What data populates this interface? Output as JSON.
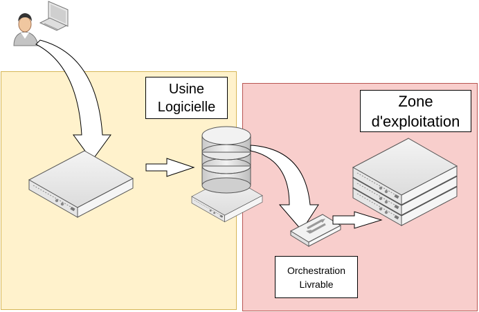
{
  "zones": {
    "usine": {
      "title_line1": "Usine",
      "title_line2": "Logicielle"
    },
    "exploitation": {
      "title_line1": "Zone",
      "title_line2": "d'exploitation"
    }
  },
  "orchestration": {
    "line1": "Orchestration",
    "line2": "Livrable"
  },
  "colors": {
    "usine_fill": "#fff2cc",
    "usine_border": "#d6b656",
    "exploitation_fill": "#f8cecc",
    "exploitation_border": "#b85450"
  },
  "icons": [
    "user-icon",
    "workstation-icon",
    "build-server-icon",
    "repository-database-icon",
    "orchestrator-appliance-icon",
    "server-stack-icon"
  ]
}
